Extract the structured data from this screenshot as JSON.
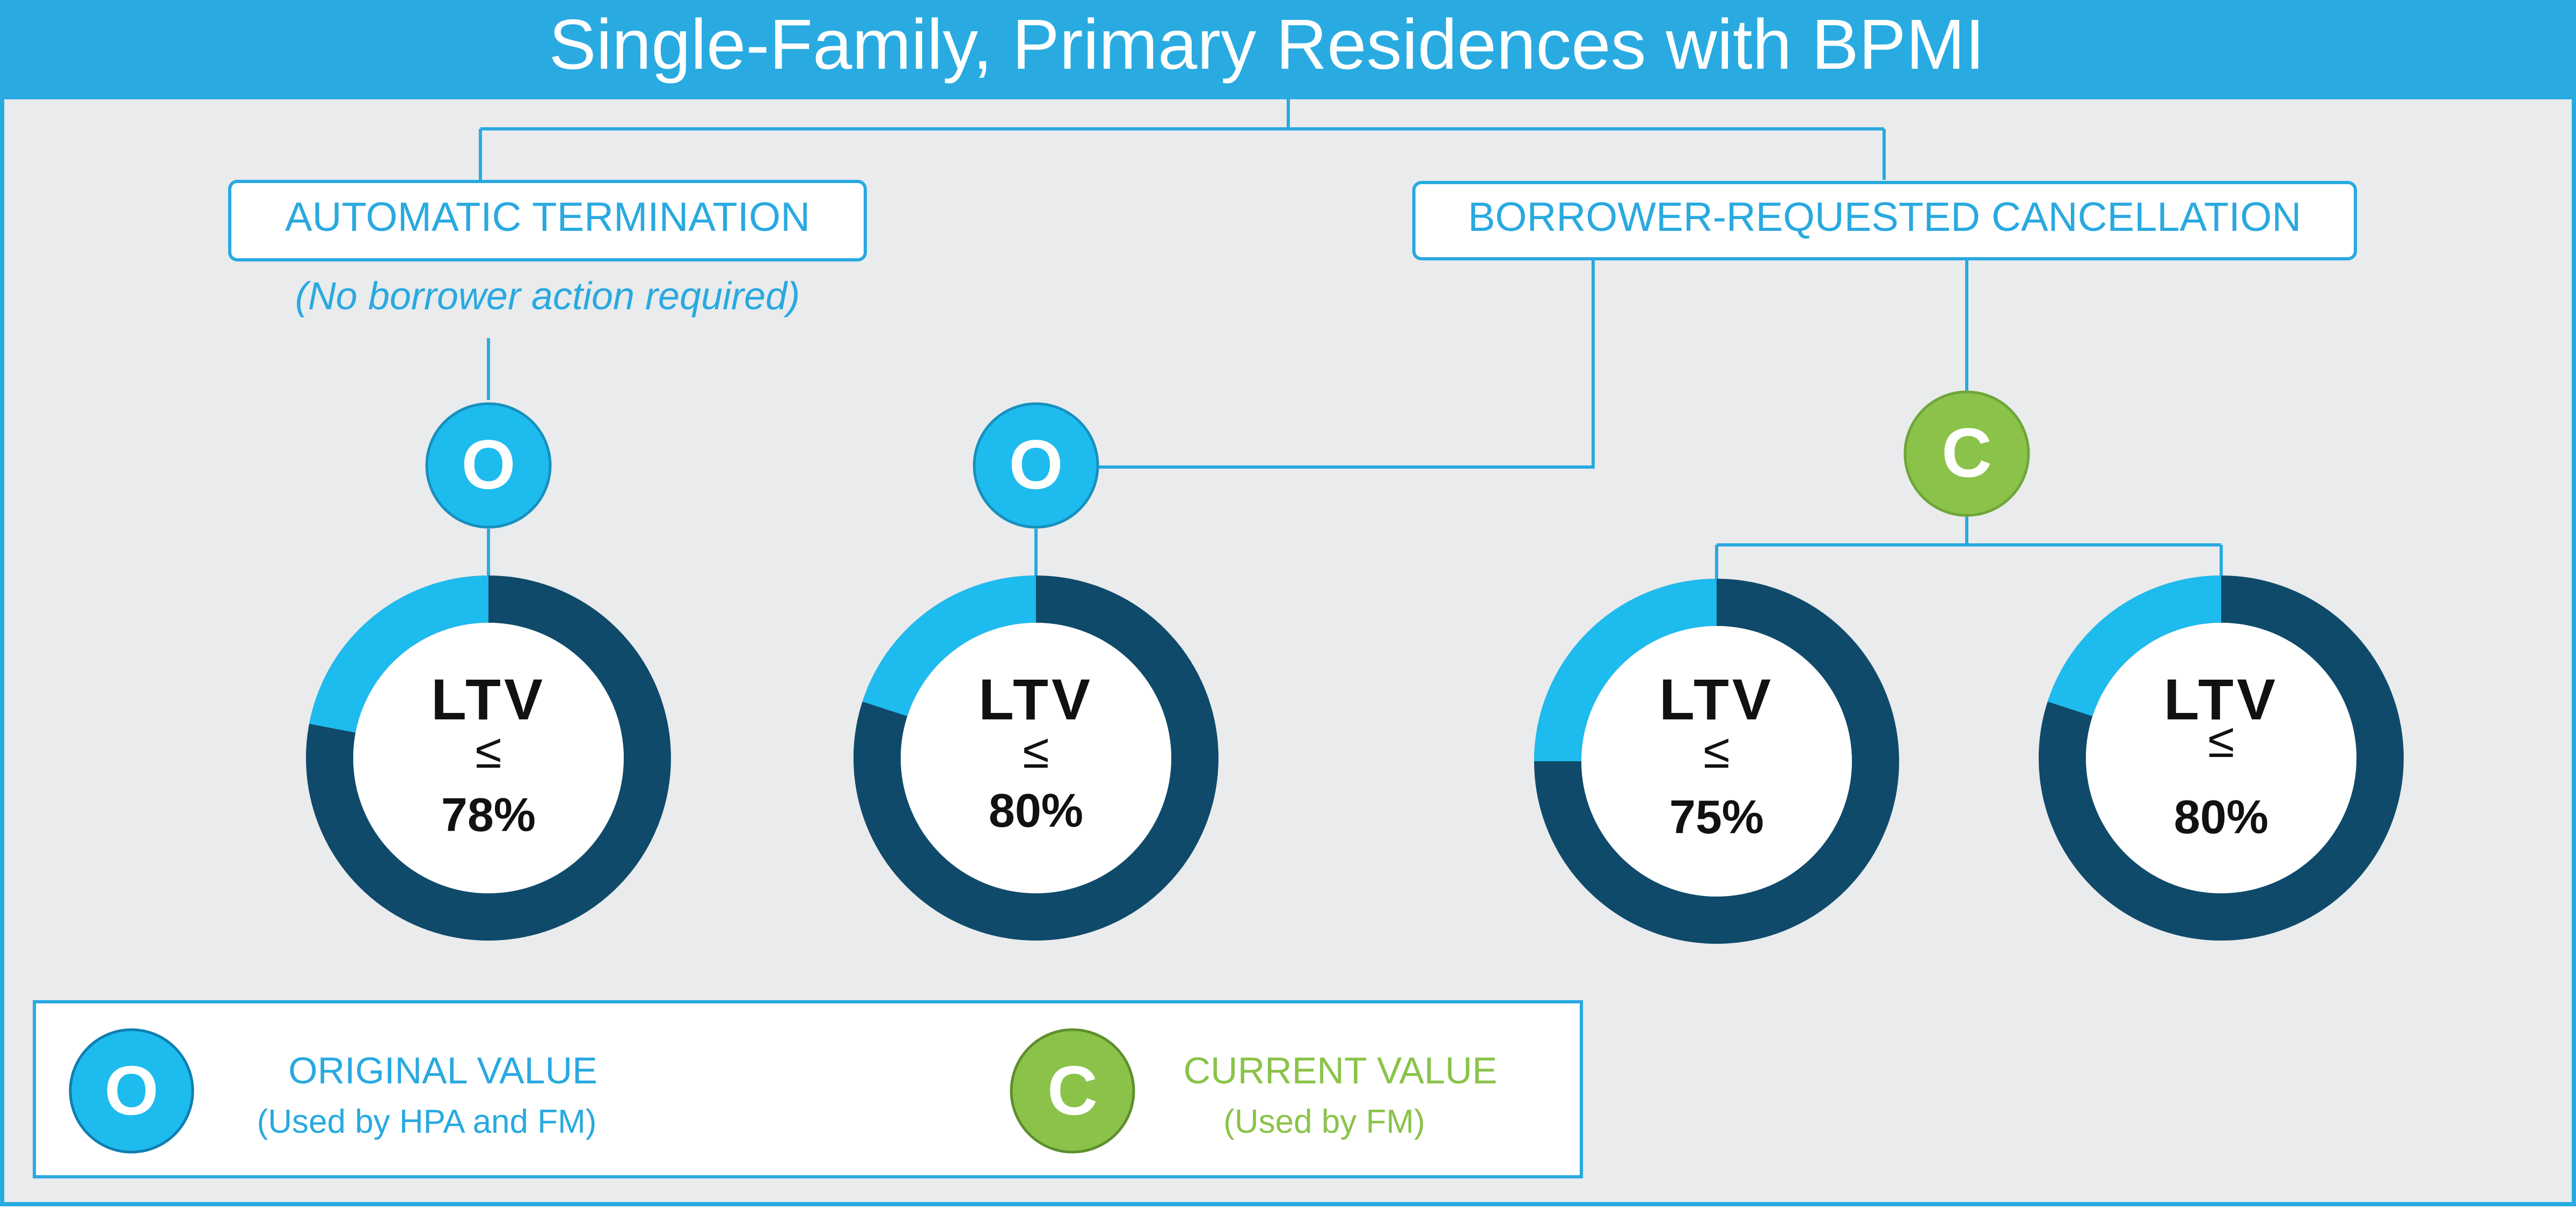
{
  "title": "Single-Family, Primary Residences with BPMI",
  "branches": {
    "automatic": {
      "label": "AUTOMATIC TERMINATION",
      "note": "(No borrower action required)"
    },
    "borrower": {
      "label": "BORROWER-REQUESTED CANCELLATION"
    }
  },
  "nodes": [
    {
      "letter": "O",
      "kind": "original"
    },
    {
      "letter": "O",
      "kind": "original"
    },
    {
      "letter": "C",
      "kind": "current"
    }
  ],
  "rings": [
    {
      "label": "LTV",
      "symbol": "≤",
      "value": "78%",
      "threshold": 0.78
    },
    {
      "label": "LTV",
      "symbol": "≤",
      "value": "80%",
      "threshold": 0.8
    },
    {
      "label": "LTV",
      "symbol": "≤",
      "value": "75%",
      "threshold": 0.75
    },
    {
      "label": "LTV",
      "symbol": "≤",
      "value": "80%",
      "threshold": 0.8
    }
  ],
  "legend": {
    "original": {
      "letter": "O",
      "title": "ORIGINAL VALUE",
      "subtitle": "(Used by HPA and FM)"
    },
    "current": {
      "letter": "C",
      "title": "CURRENT VALUE",
      "subtitle": "(Used by FM)"
    }
  },
  "colors": {
    "header_blue": "#29ABE2",
    "background_gray": "#E9EBED",
    "ring_dark": "#0F4A6A",
    "ring_light": "#1EBBEE",
    "original_node": "#1EBBEE",
    "current_node": "#8BC34A",
    "outline_blue": "#29A9E0",
    "text_blue": "#29A9E0",
    "text_green": "#8BC34A"
  }
}
